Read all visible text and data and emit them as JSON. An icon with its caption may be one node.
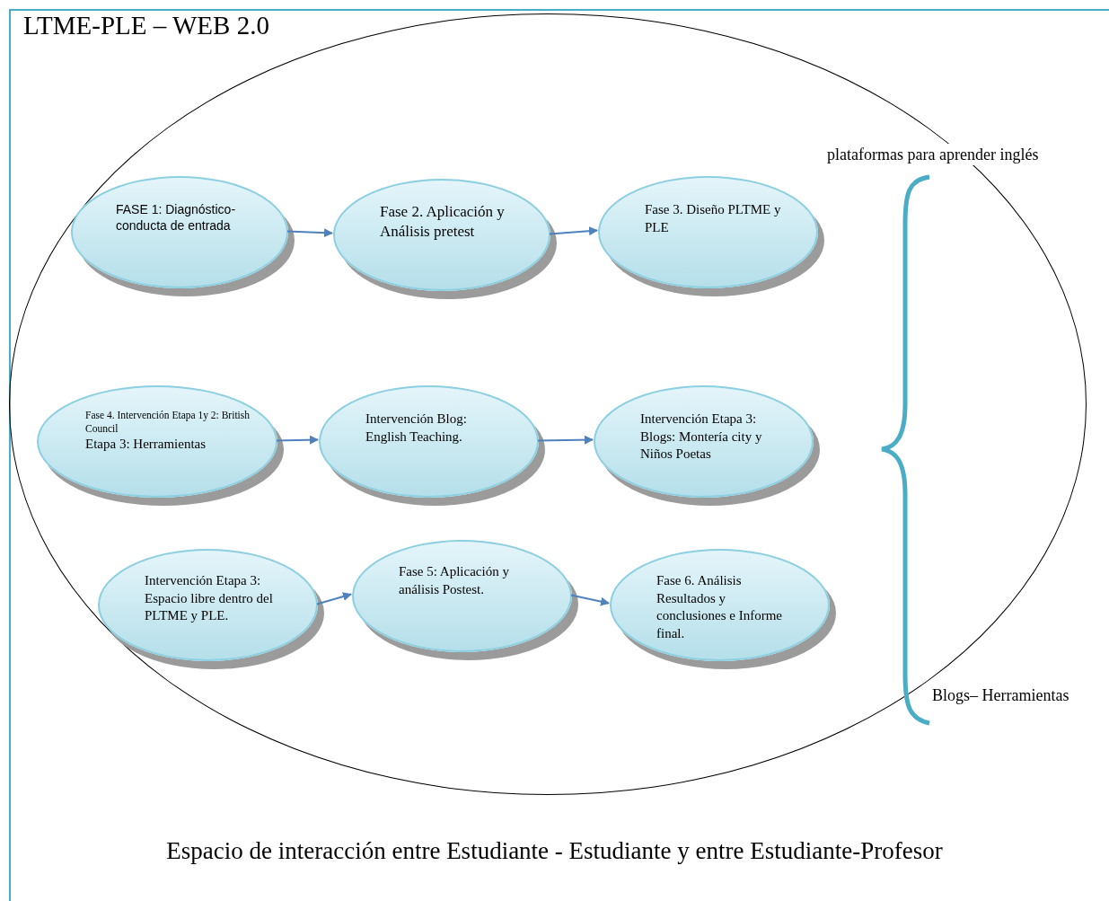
{
  "diagram": {
    "title": "LTME-PLE – WEB 2.0",
    "caption": "Espacio de interacción entre Estudiante - Estudiante y  entre Estudiante-Profesor",
    "nodes": [
      {
        "text": [],
        "shape": "ellipse"
      },
      {
        "text": [
          "FASE 1: Diagnóstico- conducta de entrada"
        ],
        "in": 0
      },
      {
        "text": [
          "Fase 2. Aplicación y Análisis  pretest"
        ],
        "in": 0
      },
      {
        "text": [
          "Fase 3. Diseño PLTME y PLE"
        ],
        "in": 0
      },
      {
        "text": [
          "Fase 4. Intervención Etapa 1y 2: British Council",
          "Etapa 3: Herramientas"
        ],
        "in": 0
      },
      {
        "text": [
          "Intervención Blog: English Teaching."
        ],
        "in": 0
      },
      {
        "text": [
          "Intervención Etapa 3: Blogs: Montería city y Niños Poetas"
        ],
        "in": 0
      },
      {
        "text": [
          "Intervención Etapa 3: Espacio libre dentro del PLTME y PLE."
        ],
        "in": 0
      },
      {
        "text": [
          "Fase 5: Aplicación y análisis Postest."
        ],
        "in": 0
      },
      {
        "text": [
          "Fase 6. Análisis Resultados y conclusiones e Informe final."
        ],
        "in": 0
      }
    ],
    "edges": [
      {
        "from": 1,
        "to": 2,
        "arrow": "to"
      },
      {
        "from": 2,
        "to": 3,
        "arrow": "to"
      },
      {
        "from": 4,
        "to": 5,
        "arrow": "to"
      },
      {
        "from": 5,
        "to": 6,
        "arrow": "to"
      },
      {
        "from": 7,
        "to": 8,
        "arrow": "to"
      },
      {
        "from": 8,
        "to": 9,
        "arrow": "to"
      }
    ],
    "labels": [
      "plataformas para aprender inglés",
      "Blogs– Herramientas"
    ]
  }
}
